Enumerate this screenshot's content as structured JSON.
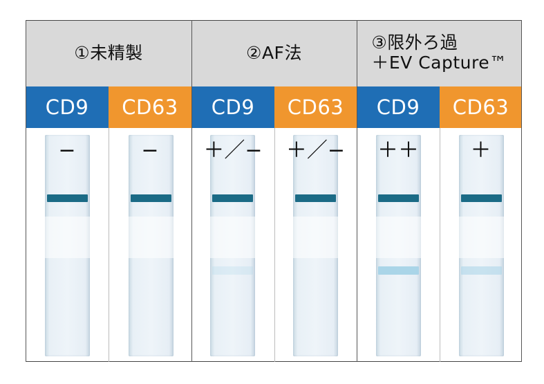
{
  "groups": [
    {
      "label": "①未精製"
    },
    {
      "label": "②AF法"
    },
    {
      "label": "③限外ろ過\n＋EV Capture™"
    }
  ],
  "markers": [
    {
      "label": "CD9",
      "color": "#1f6eb5"
    },
    {
      "label": "CD63",
      "color": "#f0962e"
    },
    {
      "label": "CD9",
      "color": "#1f6eb5"
    },
    {
      "label": "CD63",
      "color": "#f0962e"
    },
    {
      "label": "CD9",
      "color": "#1f6eb5"
    },
    {
      "label": "CD63",
      "color": "#f0962e"
    }
  ],
  "strips": [
    {
      "result": "−",
      "control_line": "strong",
      "test_line": "none"
    },
    {
      "result": "−",
      "control_line": "strong",
      "test_line": "none"
    },
    {
      "result": "＋／−",
      "control_line": "strong",
      "test_line": "faint"
    },
    {
      "result": "＋／−",
      "control_line": "strong",
      "test_line": "none"
    },
    {
      "result": "＋＋",
      "control_line": "strong",
      "test_line": "visible"
    },
    {
      "result": "＋",
      "control_line": "strong",
      "test_line": "weak"
    }
  ],
  "colors": {
    "header_bg": "#d9d9d9",
    "cd9_blue": "#1f6eb5",
    "cd63_orange": "#f0962e",
    "control_band": "#1b6b86",
    "test_band": "#a7d3e7"
  }
}
